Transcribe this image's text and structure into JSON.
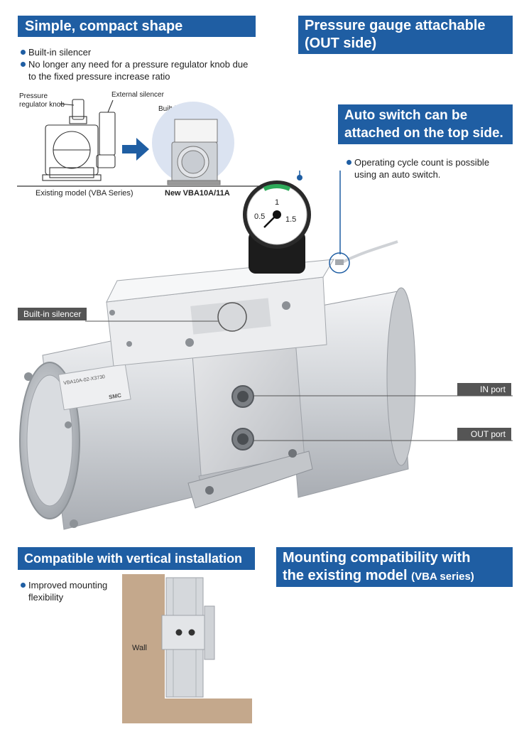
{
  "sections": {
    "compact": {
      "title": "Simple, compact shape",
      "bullets": [
        "Built-in silencer",
        "No longer any need for a pressure regulator knob due to the fixed pressure increase ratio"
      ],
      "diagram": {
        "pressure_regulator_knob_line1": "Pressure",
        "pressure_regulator_knob_line2": "regulator knob",
        "external_silencer": "External silencer",
        "built_in_silencer": "Built-in silencer",
        "existing_model": "Existing model (VBA Series)",
        "new_model": "New VBA10A/11A"
      }
    },
    "gauge": {
      "title_line1": "Pressure gauge attachable",
      "title_line2": "(OUT side)",
      "dial_values": [
        "0.5",
        "1",
        "1.5"
      ]
    },
    "auto_switch": {
      "title_line1": "Auto switch can be",
      "title_line2": "attached on the top side.",
      "bullets": [
        "Operating cycle count is possible using an auto switch."
      ]
    },
    "product_labels": {
      "built_in_silencer": "Built-in silencer",
      "in_port": "IN port",
      "out_port": "OUT port",
      "nameplate": "VBA10A-02-X3730",
      "brand": "SMC"
    },
    "vertical": {
      "title": "Compatible with vertical installation",
      "bullets": [
        "Improved mounting flexibility"
      ],
      "wall_label": "Wall"
    },
    "mounting": {
      "title_line1": "Mounting compatibility with",
      "title_line2_main": "the existing model",
      "title_line2_small": "(VBA series)"
    }
  },
  "colors": {
    "header_blue": "#1f5ea3",
    "tag_gray": "#555555",
    "wall_brown": "#c4a88c"
  }
}
